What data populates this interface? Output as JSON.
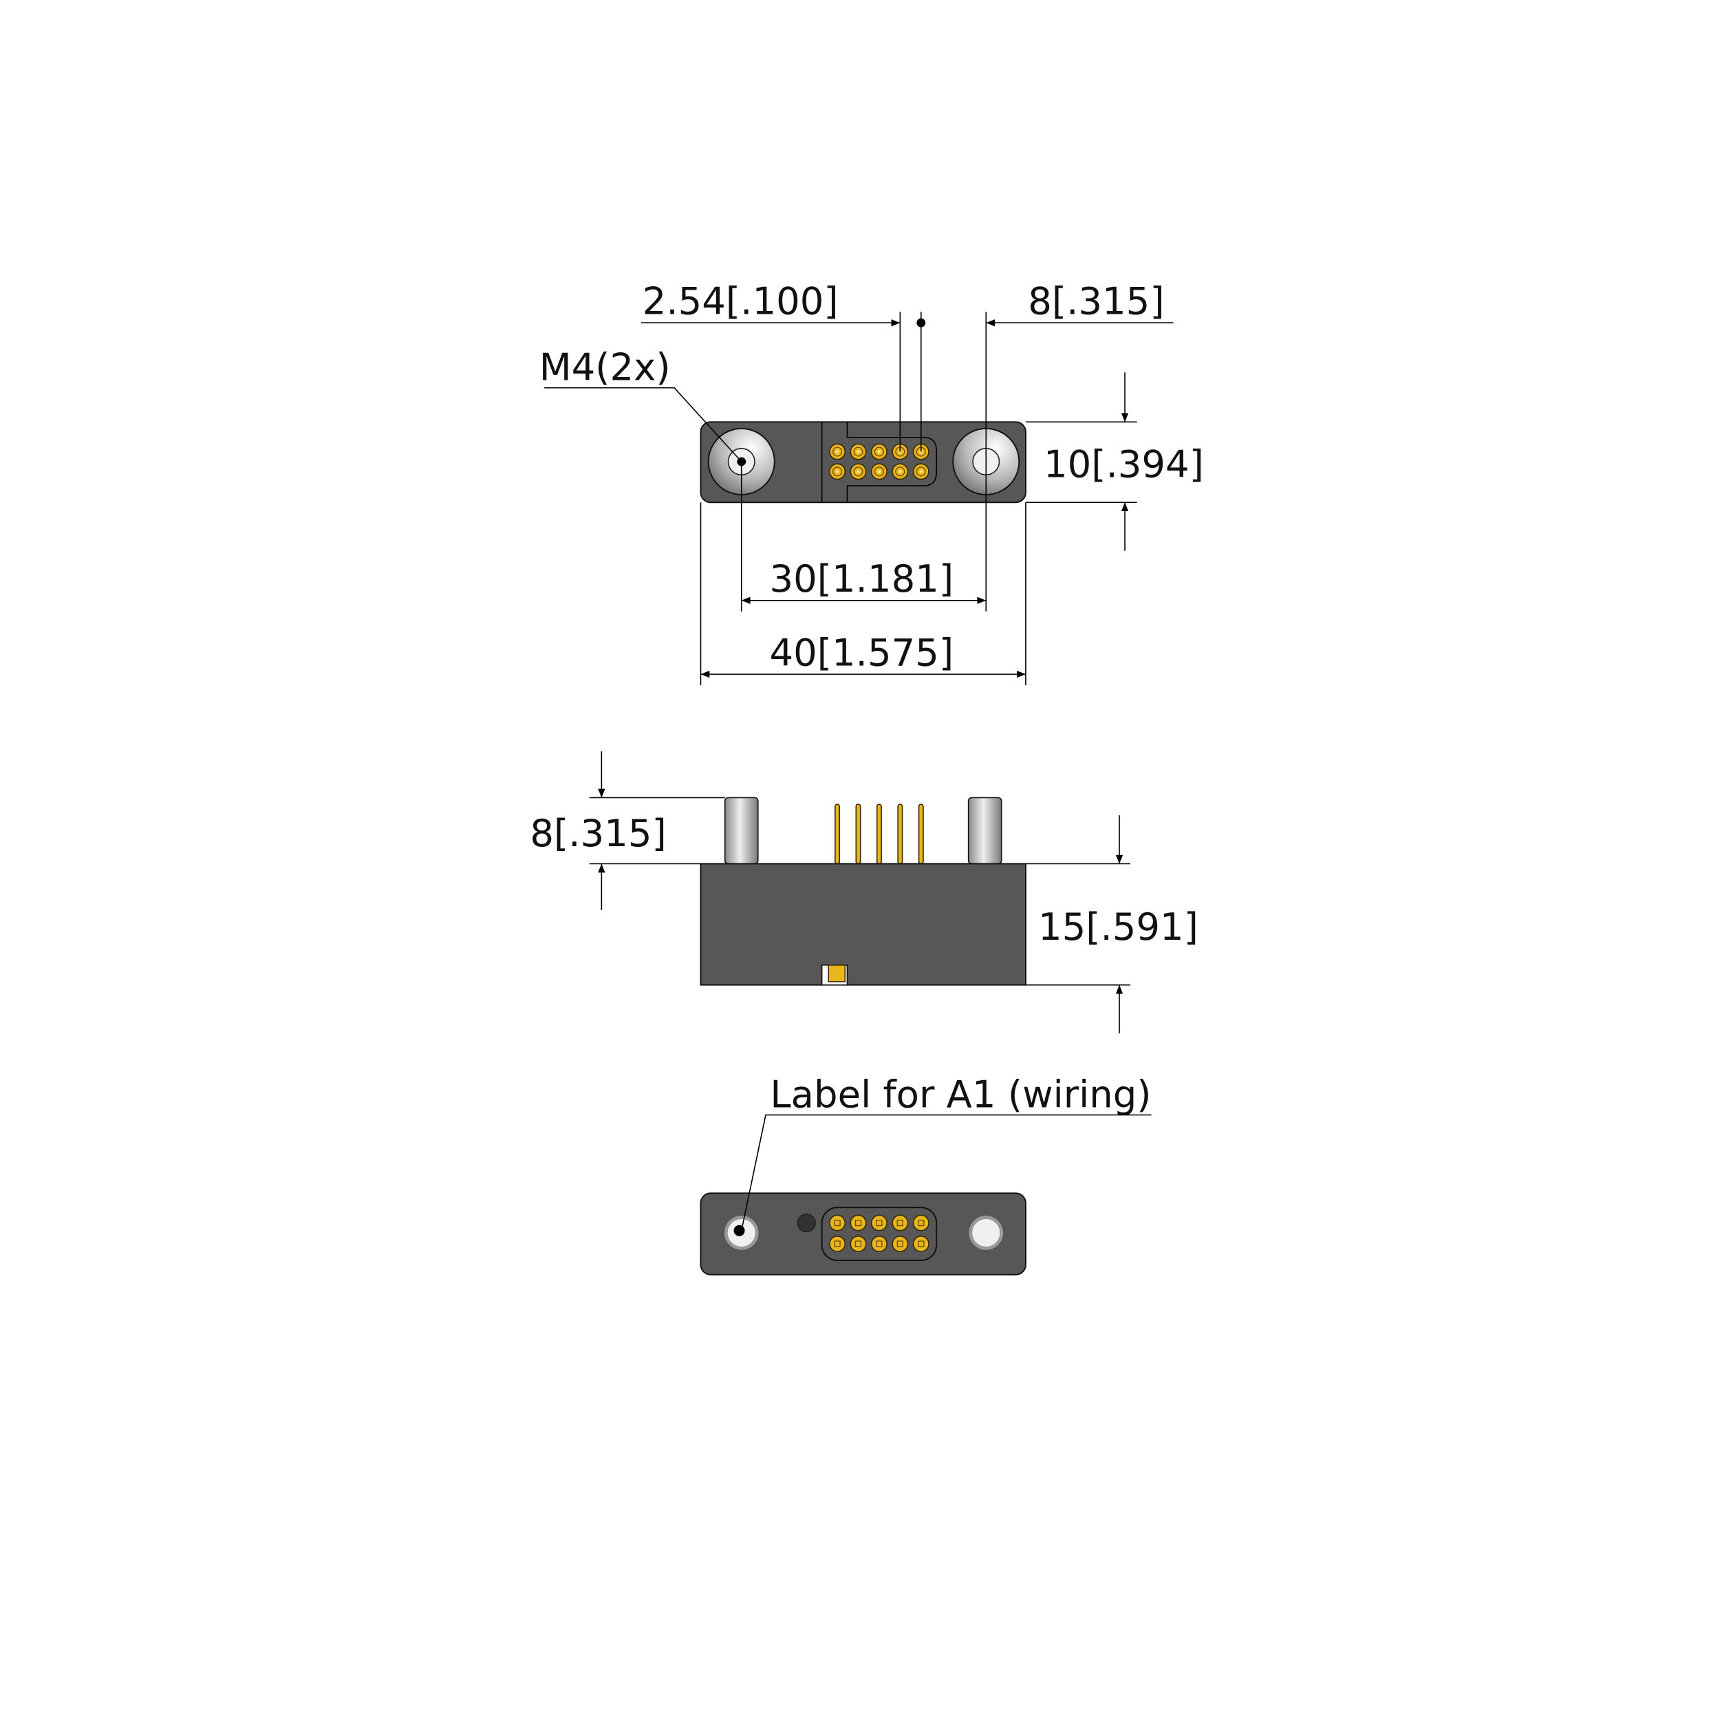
{
  "colors": {
    "body": "#575757",
    "pin_gold": "#e8b51c",
    "background": "#ffffff"
  },
  "top_view": {
    "pitch_label": "2.54[.100]",
    "pin_offset_label": "8[.315]",
    "thread_label": "M4(2x)",
    "height_label": "10[.394]",
    "hole_spacing_label": "30[1.181]",
    "width_label": "40[1.575]",
    "pin_count": 10
  },
  "side_view": {
    "post_height_label": "8[.315]",
    "body_height_label": "15[.591]",
    "pin_count": 5
  },
  "bottom_view": {
    "callout_label": "Label for A1 (wiring)",
    "pin_count": 10
  }
}
